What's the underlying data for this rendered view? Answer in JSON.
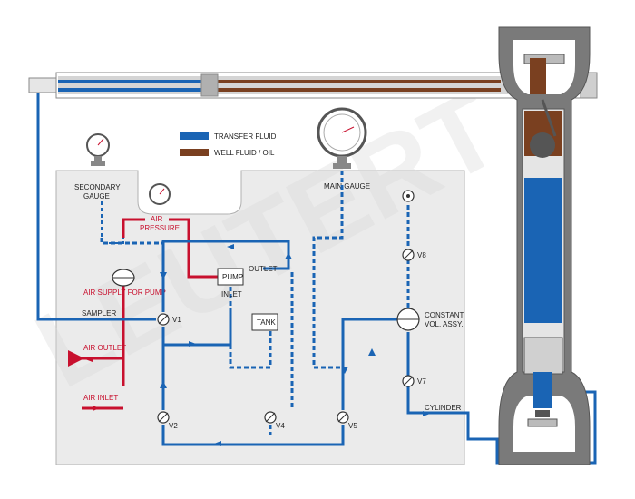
{
  "legend": {
    "transfer": {
      "label": "TRANSFER FLUID",
      "color": "#0b5fb0"
    },
    "well": {
      "label": "WELL FLUID / OIL",
      "color": "#7a4020"
    }
  },
  "colors": {
    "panel": "#ebebeb",
    "panel_stroke": "#b0b0b0",
    "blue": "#1a64b4",
    "red": "#c8102e",
    "brown": "#7a4020",
    "steel": "#8a8a8a",
    "dark": "#505050"
  },
  "labels": {
    "secondary_gauge_1": "SECONDARY",
    "secondary_gauge_2": "GAUGE",
    "main_gauge": "MAIN GAUGE",
    "air_pressure_1": "AIR",
    "air_pressure_2": "PRESSURE",
    "air_supply": "AIR SUPPLY FOR PUMP",
    "pump": "PUMP",
    "outlet": "OUTLET",
    "inlet": "INLET",
    "sampler": "SAMPLER",
    "tank": "TANK",
    "air_outlet": "AIR OUTLET",
    "air_inlet": "AIR INLET",
    "constant_1": "CONSTANT",
    "constant_2": "VOL. ASSY.",
    "cylinder": "CYLINDER",
    "watermark": "LEUTERT"
  },
  "valves": {
    "v1": "V1",
    "v2": "V2",
    "v4": "V4",
    "v5": "V5",
    "v7": "V7",
    "v8": "V8"
  }
}
